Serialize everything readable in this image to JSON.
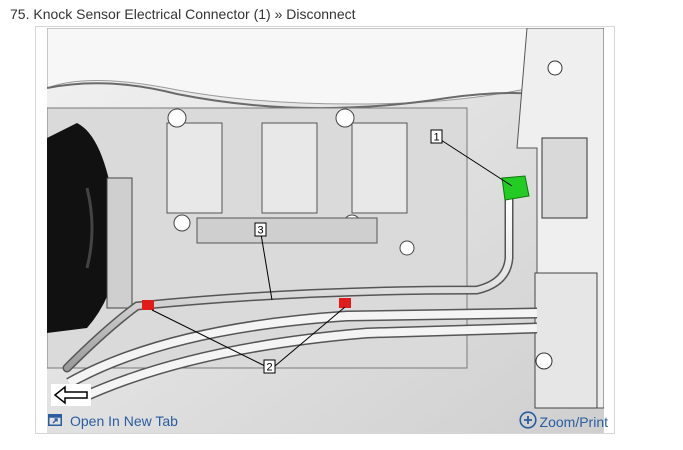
{
  "page": {
    "title": "75. Knock Sensor Electrical Connector (1) » Disconnect"
  },
  "figure": {
    "callouts": [
      "1",
      "2",
      "3"
    ],
    "highlight_colors": {
      "connector": "#22cc22",
      "sensor_points": "#e11a1a"
    },
    "back_icon": "arrow-left-icon"
  },
  "toolbar": {
    "open_tab_label": "Open In New Tab",
    "open_tab_icon": "open-external-icon",
    "zoom_label": "Zoom/Print",
    "zoom_icon": "zoom-plus-icon",
    "accent": "#2a5d9f"
  }
}
